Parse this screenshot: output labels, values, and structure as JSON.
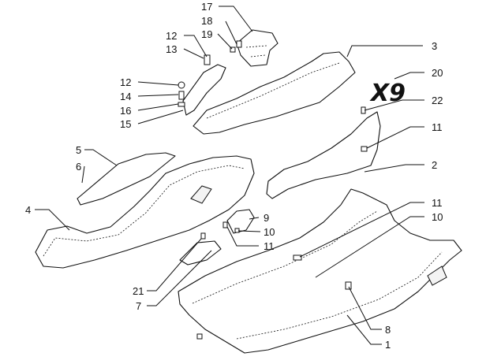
{
  "logo": "X9",
  "callouts": [
    {
      "id": "c17",
      "label": "17"
    },
    {
      "id": "c18",
      "label": "18"
    },
    {
      "id": "c19",
      "label": "19"
    },
    {
      "id": "c12a",
      "label": "12"
    },
    {
      "id": "c13",
      "label": "13"
    },
    {
      "id": "c3",
      "label": "3"
    },
    {
      "id": "c20",
      "label": "20"
    },
    {
      "id": "c12b",
      "label": "12"
    },
    {
      "id": "c14",
      "label": "14"
    },
    {
      "id": "c16",
      "label": "16"
    },
    {
      "id": "c15",
      "label": "15"
    },
    {
      "id": "c22",
      "label": "22"
    },
    {
      "id": "c11a",
      "label": "11"
    },
    {
      "id": "c5",
      "label": "5"
    },
    {
      "id": "c6",
      "label": "6"
    },
    {
      "id": "c2",
      "label": "2"
    },
    {
      "id": "c4",
      "label": "4"
    },
    {
      "id": "c11b",
      "label": "11"
    },
    {
      "id": "c10a",
      "label": "10"
    },
    {
      "id": "c9",
      "label": "9"
    },
    {
      "id": "c10b",
      "label": "10"
    },
    {
      "id": "c11c",
      "label": "11"
    },
    {
      "id": "c21",
      "label": "21"
    },
    {
      "id": "c7",
      "label": "7"
    },
    {
      "id": "c8",
      "label": "8"
    },
    {
      "id": "c1",
      "label": "1"
    }
  ]
}
